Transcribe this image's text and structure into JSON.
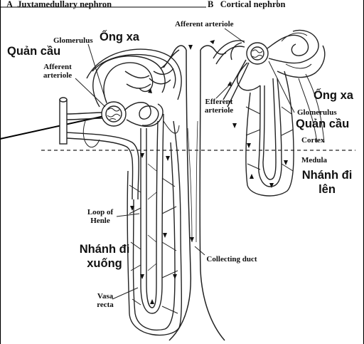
{
  "panels": {
    "a": {
      "letter": "A",
      "title": "Juxtamedullary nephron"
    },
    "b": {
      "letter": "B",
      "title": "Cortical nephron"
    }
  },
  "labels_en": {
    "glomerulus_a": "Glomerulus",
    "afferent_arteriole_a": "Afferent arteriole",
    "afferent_arteriole_b": "Afferent arteriole",
    "efferent_arteriole_b": "Efferent arteriole",
    "glomerulus_b": "Glomerulus",
    "cortex": "Cortex",
    "medula": "Medula",
    "loop_of_henle": "Loop of Henle",
    "collecting_duct": "Collecting duct",
    "vasa_recta": "Vasa recta"
  },
  "labels_vn": {
    "ong_xa_a": "Ống xa",
    "quan_cau_a": "Quản cầu",
    "ong_xa_b": "Ống xa",
    "quan_cau_b": "Quản cầu",
    "nhanh_di_len": "Nhánh đi lên",
    "nhanh_di_xuong": "Nhánh đi xuống"
  }
}
